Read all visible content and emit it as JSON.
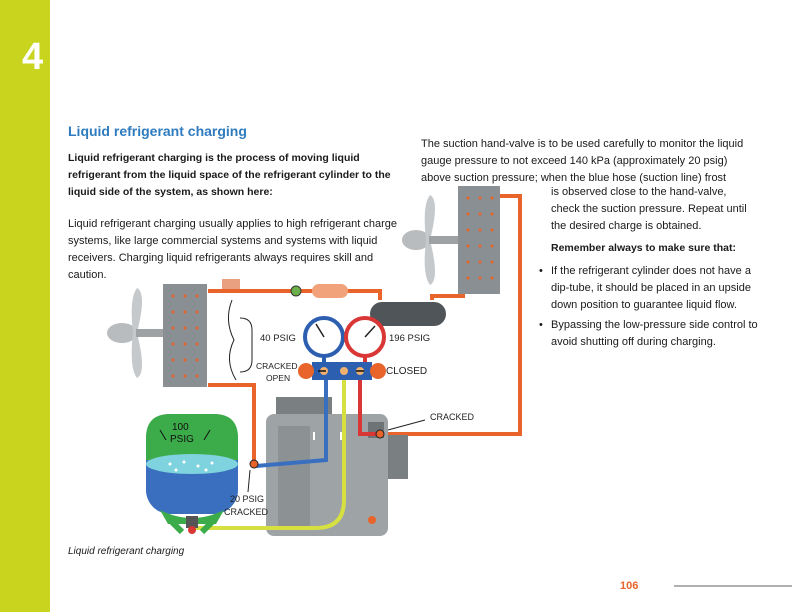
{
  "sidebar": {
    "chapter_number": "4",
    "chapter_title": "Servicing Practices"
  },
  "section": {
    "heading": "Liquid refrigerant charging",
    "intro": "Liquid refrigerant charging is the process of moving liquid refrigerant from the liquid space of the refrigerant cylinder to the liquid side of the system, as shown here:",
    "paragraph1": "Liquid refrigerant charging usually applies to high refrigerant charge systems, like large commercial systems and systems with liquid receivers. Charging liquid refrigerants always requires skill and caution.",
    "right_para_line1": "The suction hand-valve is to be used carefully to monitor the liquid",
    "right_para_line2": "gauge pressure to not exceed 140 kPa (approximately 20 psig)",
    "right_para_line3": "above suction pressure; when the blue hose (suction line) frost",
    "right_para_line4": "is observed close to the hand-valve,",
    "right_para_line5": "check the suction pressure. Repeat until",
    "right_para_line6": "the desired charge is obtained.",
    "remember_heading": "Remember always to make sure that:",
    "bullets": [
      "If the refrigerant cylinder does not have a dip-tube, it should be placed in an upside down position to guarantee liquid flow.",
      "Bypassing the low-pressure side control to avoid shutting off during charging."
    ]
  },
  "diagram": {
    "low_gauge_label": "40 PSIG",
    "high_gauge_label": "196 PSIG",
    "low_valve_state_1": "CRACKED",
    "low_valve_state_2": "OPEN",
    "high_valve_state": "CLOSED",
    "service_valve_state": "CRACKED",
    "cylinder_pressure_1": "100",
    "cylinder_pressure_2": "PSIG",
    "suction_pressure_1": "20 PSIG",
    "suction_pressure_2": "CRACKED"
  },
  "caption": "Liquid refrigerant charging",
  "page_number": "106",
  "colors": {
    "sidebar": "#c8d41e",
    "heading": "#2e7bbf",
    "pipe_orange": "#e8642a",
    "hose_blue": "#3a6fbf",
    "hose_red": "#d93636",
    "hose_yellow": "#d6e040",
    "cylinder_green": "#3cab4a",
    "coil_gray": "#8a8f93"
  }
}
